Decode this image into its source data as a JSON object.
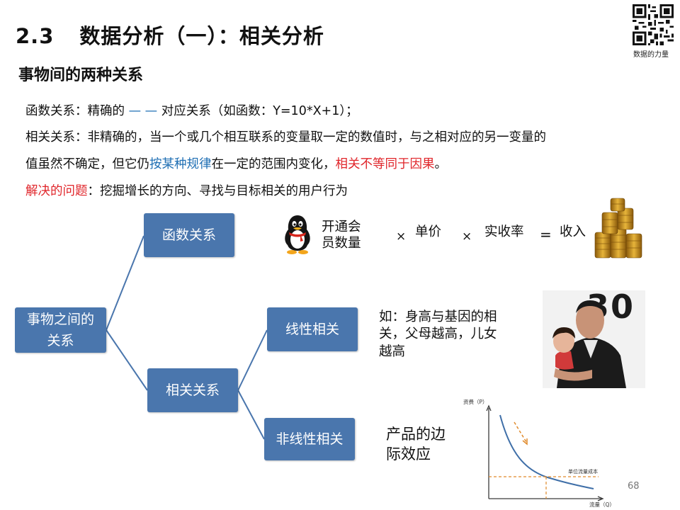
{
  "header": {
    "number": "2.3",
    "title": "数据分析（一）：相关分析",
    "qr_caption": "数据的力量"
  },
  "subtitle": "事物间的两种关系",
  "body": {
    "line1_a": "函数关系：精确的 ",
    "line1_dash": "— —",
    "line1_b": " 对应关系（如函数：Y=10*X+1）；",
    "line2": "相关关系：非精确的，当一个或几个相互联系的变量取一定的数值时，与之相对应的另一变量的",
    "line3_a": "值虽然不确定，但它仍",
    "line3_blue": "按某种规律",
    "line3_b": "在一定的范围内变化，",
    "line3_red": "相关不等同于因果",
    "line3_c": "。",
    "line4_red": "解决的问题",
    "line4_b": "：挖掘增长的方向、寻找与目标相关的用户行为"
  },
  "diagram": {
    "root_line1": "事物之间的",
    "root_line2": "关系",
    "functional": "函数关系",
    "correlation": "相关关系",
    "linear": "线性相关",
    "nonlinear": "非线性相关"
  },
  "formula": {
    "member_line1": "开通会",
    "member_line2": "员数量",
    "times1": "×",
    "price": "单价",
    "times2": "×",
    "collection_rate": "实收率",
    "equals": "=",
    "revenue": "收入"
  },
  "linear_example": {
    "line1": "如：身高与基因的相",
    "line2": "关，父母越高，儿女",
    "line3": "越高"
  },
  "nonlinear_example": {
    "line1": "产品的边",
    "line2": "际效应"
  },
  "photo_jersey": "30",
  "curve_chart": {
    "ylabel": "资费（P）",
    "xlabel": "流量（Q）",
    "annotation": "单位流量成本"
  },
  "page_number": "68",
  "colors": {
    "box": "#4a76ad",
    "connector": "#4a76ad",
    "highlight_blue": "#1f6fb4",
    "highlight_red": "#e0262b",
    "curve": "#3f6fa8",
    "dashed": "#e08a2b"
  }
}
